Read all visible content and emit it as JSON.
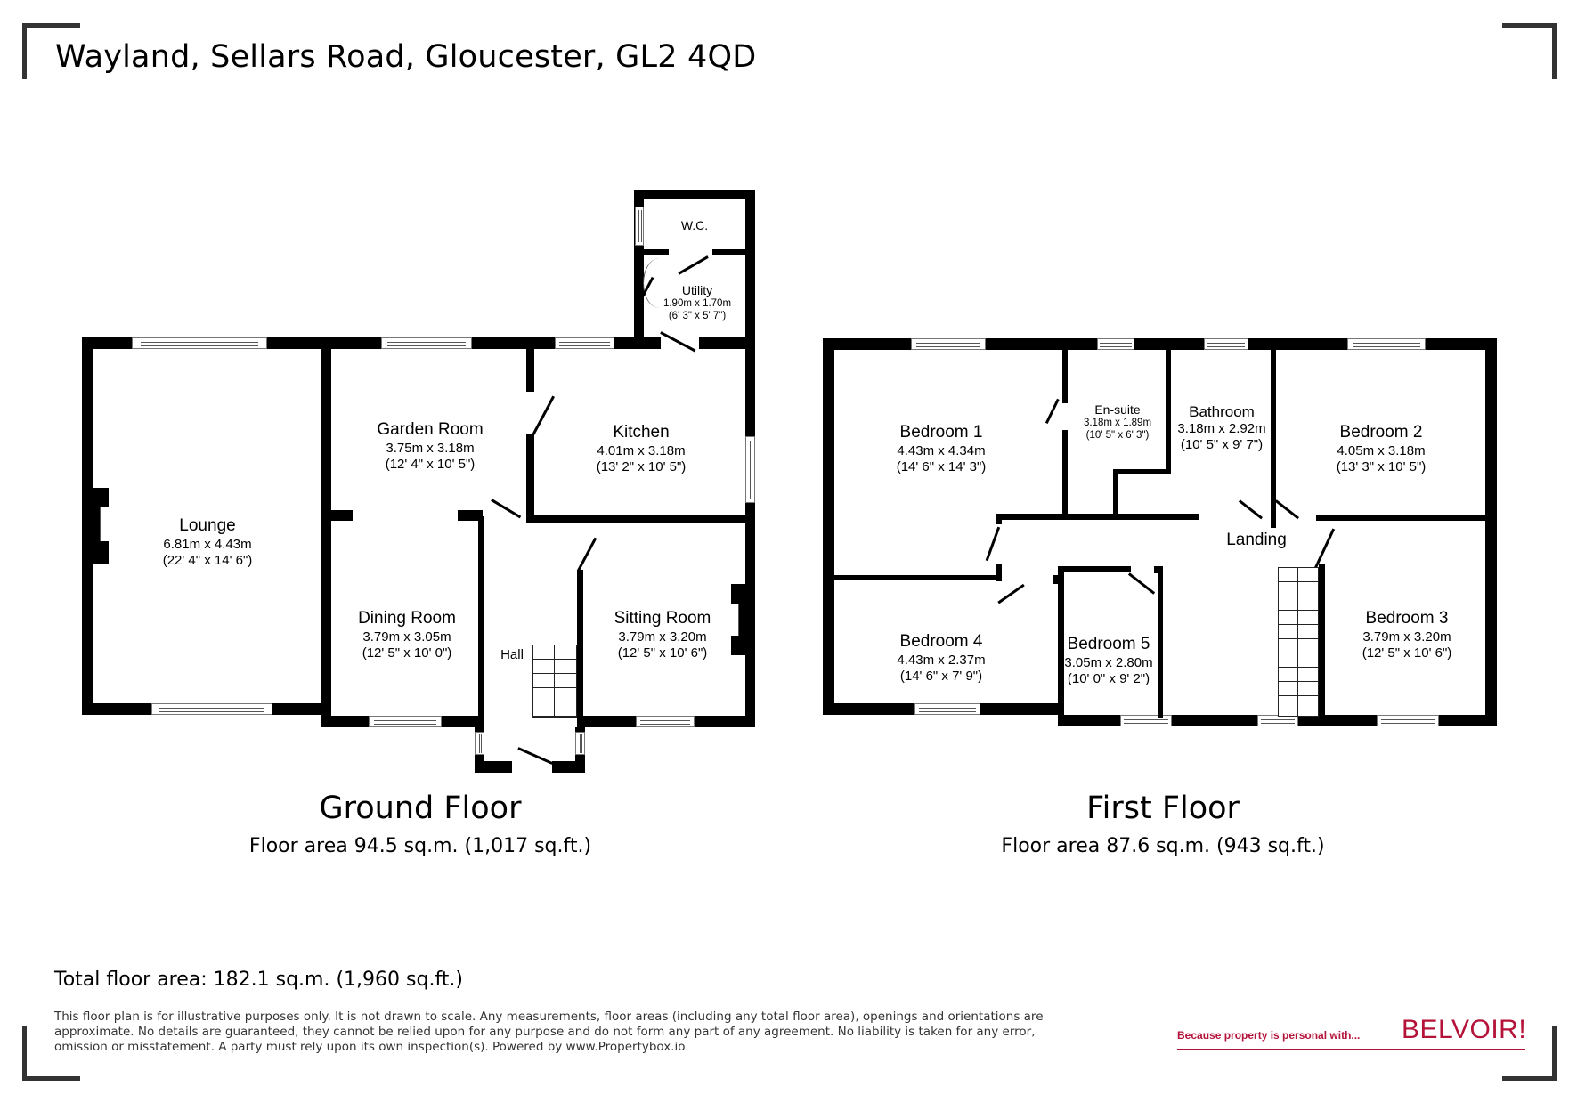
{
  "header": {
    "address": "Wayland, Sellars Road, Gloucester, GL2 4QD"
  },
  "ground_floor": {
    "label": "Ground Floor",
    "area": "Floor area 94.5 sq.m. (1,017 sq.ft.)",
    "rooms": [
      {
        "name": "W.C.",
        "metric": "",
        "imperial": ""
      },
      {
        "name": "Utility",
        "metric": "1.90m x 1.70m",
        "imperial": "(6' 3\" x 5' 7\")"
      },
      {
        "name": "Garden Room",
        "metric": "3.75m x 3.18m",
        "imperial": "(12' 4\" x 10' 5\")"
      },
      {
        "name": "Kitchen",
        "metric": "4.01m x 3.18m",
        "imperial": "(13' 2\" x 10' 5\")"
      },
      {
        "name": "Lounge",
        "metric": "6.81m x 4.43m",
        "imperial": "(22' 4\" x 14' 6\")"
      },
      {
        "name": "Dining Room",
        "metric": "3.79m x 3.05m",
        "imperial": "(12' 5\" x 10' 0\")"
      },
      {
        "name": "Hall",
        "metric": "",
        "imperial": ""
      },
      {
        "name": "Sitting Room",
        "metric": "3.79m x 3.20m",
        "imperial": "(12' 5\" x 10' 6\")"
      }
    ]
  },
  "first_floor": {
    "label": "First Floor",
    "area": "Floor area 87.6 sq.m. (943 sq.ft.)",
    "rooms": [
      {
        "name": "Bedroom 1",
        "metric": "4.43m x 4.34m",
        "imperial": "(14' 6\" x 14' 3\")"
      },
      {
        "name": "En-suite",
        "metric": "3.18m x 1.89m",
        "imperial": "(10' 5\" x 6' 3\")"
      },
      {
        "name": "Bathroom",
        "metric": "3.18m x 2.92m",
        "imperial": "(10' 5\" x 9' 7\")"
      },
      {
        "name": "Bedroom 2",
        "metric": "4.05m x 3.18m",
        "imperial": "(13' 3\" x 10' 5\")"
      },
      {
        "name": "Landing",
        "metric": "",
        "imperial": ""
      },
      {
        "name": "Bedroom 4",
        "metric": "4.43m x 2.37m",
        "imperial": "(14' 6\" x 7' 9\")"
      },
      {
        "name": "Bedroom 5",
        "metric": "3.05m x 2.80m",
        "imperial": "(10' 0\" x 9' 2\")"
      },
      {
        "name": "Bedroom 3",
        "metric": "3.79m x 3.20m",
        "imperial": "(12' 5\" x 10' 6\")"
      }
    ]
  },
  "footer": {
    "total_area": "Total floor area: 182.1 sq.m. (1,960 sq.ft.)",
    "disclaimer": [
      "This floor plan is for illustrative purposes only. It is not drawn to scale. Any measurements, floor areas (including any total floor area), openings and orientations are",
      "approximate. No details are guaranteed, they cannot be relied upon for any purpose and do not form any part of any agreement. No liability is taken for any error,",
      "omission or misstatement. A party must rely upon its own inspection(s). Powered by www.Propertybox.io"
    ],
    "logo_tagline": "Because property is personal with...",
    "logo_name": "BELVOIR!",
    "brand_color": "#b5123a"
  }
}
